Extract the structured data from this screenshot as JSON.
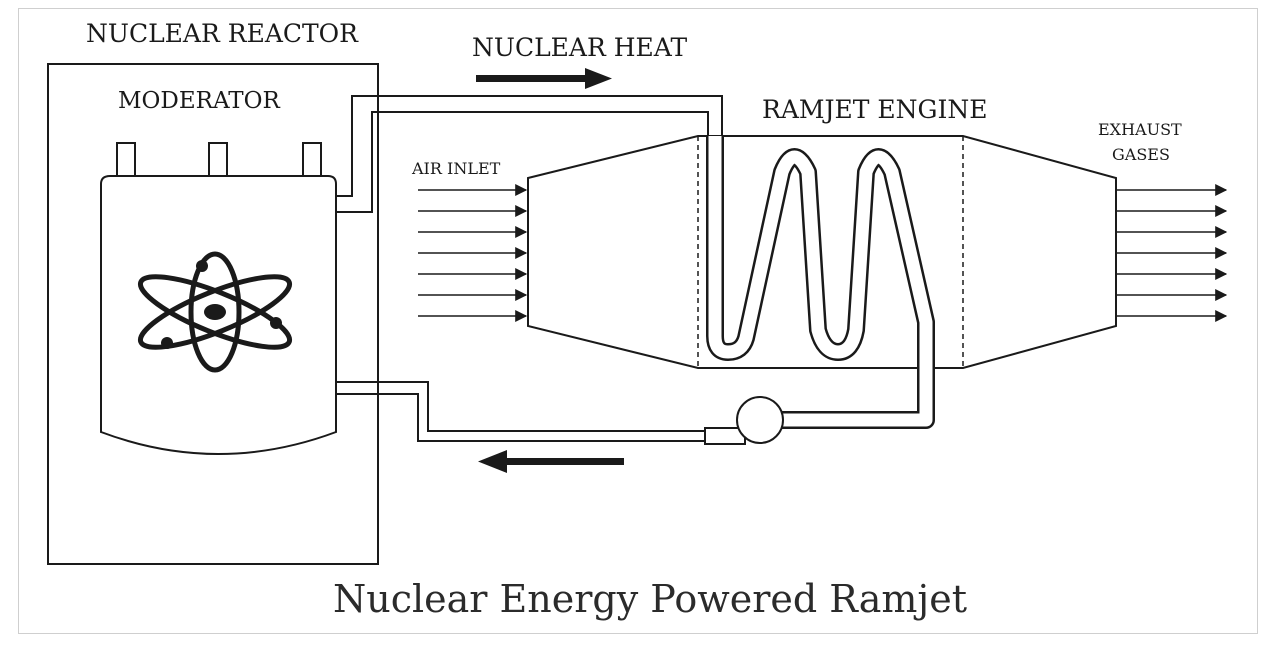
{
  "diagram": {
    "labels": {
      "nuclear_reactor": "NUCLEAR REACTOR",
      "moderator": "MODERATOR",
      "nuclear_heat": "NUCLEAR HEAT",
      "ramjet_engine": "RAMJET ENGINE",
      "air_inlet": "AIR INLET",
      "exhaust_line1": "EXHAUST",
      "exhaust_line2": "GASES"
    },
    "caption": "Nuclear Energy Powered Ramjet",
    "icons": [
      "atom-icon",
      "pump-icon",
      "arrow-right-icon",
      "arrow-left-icon"
    ],
    "colors": {
      "line": "#1a1a1a",
      "background": "#ffffff",
      "border": "#cfcfcf"
    }
  }
}
